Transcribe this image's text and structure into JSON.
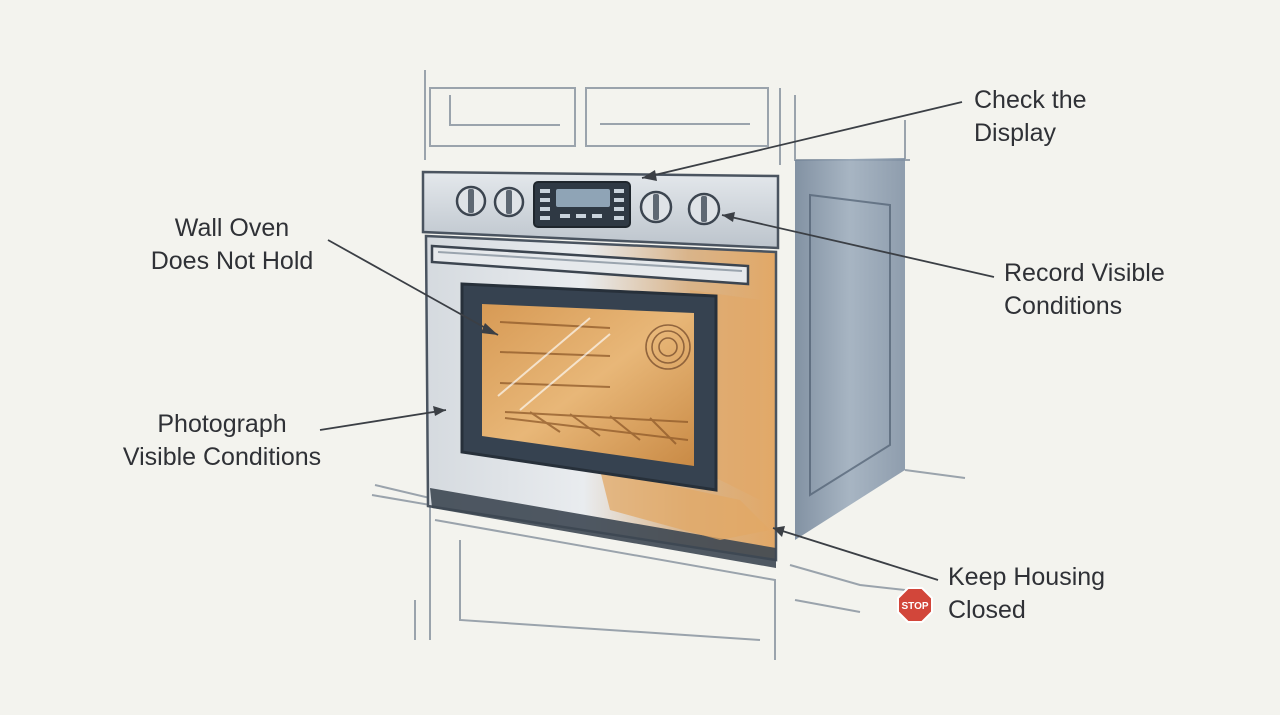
{
  "callouts": {
    "check_display": [
      "Check the",
      "Display"
    ],
    "wall_oven": [
      "Wall Oven",
      "Does Not Hold"
    ],
    "record": [
      "Record Visible",
      "Conditions"
    ],
    "photograph": [
      "Photograph",
      "Visible Conditions"
    ],
    "keep_housing": [
      "Keep Housing",
      "Closed"
    ]
  },
  "stop_sign": {
    "text": "STOP",
    "color": "#d2463a"
  },
  "colors": {
    "background": "#f3f3ee",
    "steel": "#c9cfd6",
    "steel_dark": "#5a6572",
    "glass_warm": "#e0a35a",
    "cabinet_side": "#8797a9",
    "leader": "#3b3f45"
  }
}
